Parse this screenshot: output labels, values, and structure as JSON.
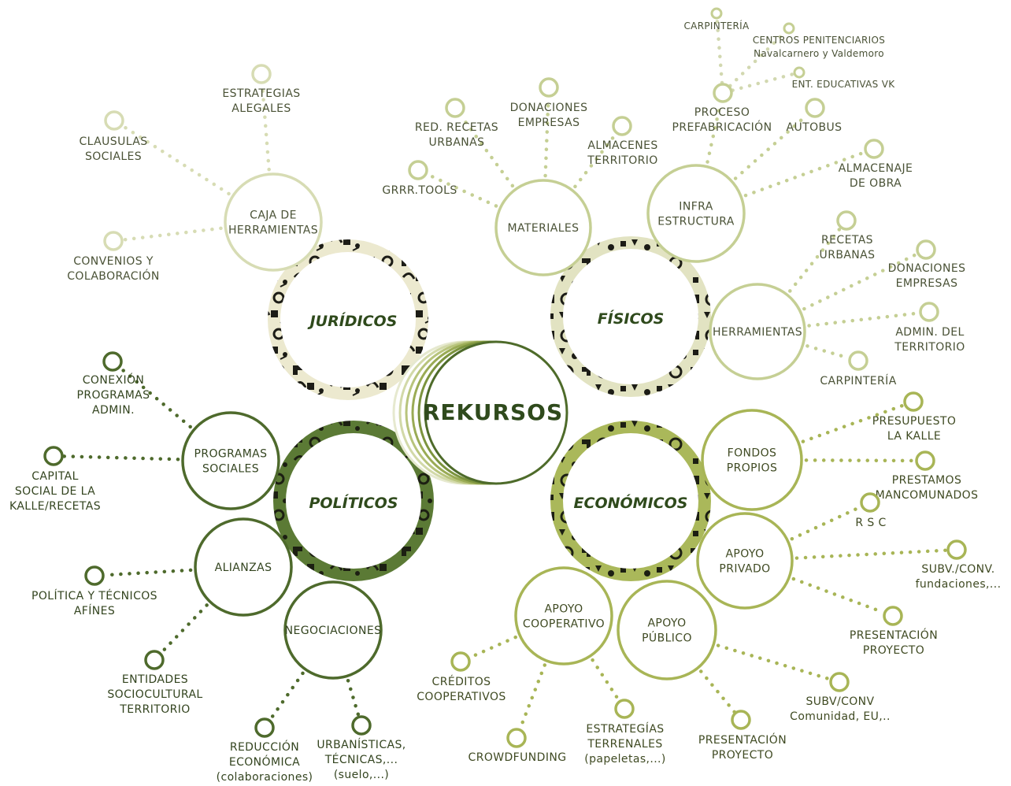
{
  "colors": {
    "center": "#4e6b2a",
    "juridico": "#d7dcb4",
    "fisico": "#c5cf94",
    "politico": "#4e6a2c",
    "economico": "#a8b556",
    "dark_text": "#2f4a1c",
    "text": "#3b4a2a"
  },
  "center": {
    "title": "REKURSOS"
  },
  "hubs": [
    {
      "id": "juridicos",
      "title": "JURÍDICOS"
    },
    {
      "id": "fisicos",
      "title": "FÍSICOS"
    },
    {
      "id": "politicos",
      "title": "POLÍTICOS"
    },
    {
      "id": "economicos",
      "title": "ECONÓMICOS"
    }
  ],
  "categories": {
    "caja": [
      "CAJA DE",
      "HERRAMIENTAS"
    ],
    "materiales": [
      "MATERIALES"
    ],
    "infra": [
      "INFRA",
      "ESTRUCTURA"
    ],
    "herramientas": [
      "HERRAMIENTAS"
    ],
    "fondos": [
      "FONDOS",
      "PROPIOS"
    ],
    "apoyo_privado": [
      "APOYO",
      "PRIVADO"
    ],
    "apoyo_publico": [
      "APOYO",
      "PÚBLICO"
    ],
    "apoyo_coop": [
      "APOYO",
      "COOPERATIVO"
    ],
    "negociaciones": [
      "NEGOCIACIONES"
    ],
    "alianzas": [
      "ALIANZAS"
    ],
    "programas": [
      "PROGRAMAS",
      "SOCIALES"
    ]
  },
  "leaves": {
    "estrategias_alegales": [
      "ESTRATEGIAS",
      "ALEGALES"
    ],
    "clausulas": [
      "CLAUSULAS",
      "SOCIALES"
    ],
    "convenios": [
      "CONVENIOS Y",
      "COLABORACIÓN"
    ],
    "grrr": [
      "GRRR.TOOLS"
    ],
    "red_recetas": [
      "RED. RECETAS",
      "URBANAS"
    ],
    "donaciones_mat": [
      "DONACIONES",
      "EMPRESAS"
    ],
    "almacenes": [
      "ALMACENES",
      "TERRITORIO"
    ],
    "proceso": [
      "PROCESO",
      "PREFABRICACIÓN"
    ],
    "carpinteria_top": [
      "CARPINTERÍA"
    ],
    "centros": [
      "CENTROS PENITENCIARIOS",
      "Navalcarnero y Valdemoro"
    ],
    "ent_educativas": [
      "ENT. EDUCATIVAS VK"
    ],
    "autobus": [
      "AUTOBUS"
    ],
    "almacenaje": [
      "ALMACENAJE",
      "DE OBRA"
    ],
    "recetas_urbanas": [
      "RECETAS",
      "URBANAS"
    ],
    "donaciones_herr": [
      "DONACIONES",
      "EMPRESAS"
    ],
    "admin_territorio": [
      "ADMIN. DEL",
      "TERRITORIO"
    ],
    "carpinteria": [
      "CARPINTERÍA"
    ],
    "presupuesto": [
      "PRESUPUESTO",
      "LA KALLE"
    ],
    "prestamos": [
      "PRESTAMOS",
      "MANCOMUNADOS"
    ],
    "rsc": [
      "R S C"
    ],
    "subv_fund": [
      "SUBV./CONV.",
      "fundaciones,..."
    ],
    "presentacion_priv": [
      "PRESENTACIÓN",
      "PROYECTO"
    ],
    "subv_conv": [
      "SUBV/CONV",
      "Comunidad, EU,.."
    ],
    "presentacion_pub": [
      "PRESENTACIÓN",
      "PROYECTO"
    ],
    "estrategias_terr": [
      "ESTRATEGÍAS",
      "TERRENALES",
      "(papeletas,...)"
    ],
    "creditos": [
      "CRÉDITOS",
      "COOPERATIVOS"
    ],
    "crowdfunding": [
      "CROWDFUNDING"
    ],
    "urbanisticas": [
      "URBANÍSTICAS,",
      "TÉCNICAS,...",
      "(suelo,...)"
    ],
    "reduccion": [
      "REDUCCIÓN",
      "ECONÓMICA",
      "(colaboraciones)"
    ],
    "entidades": [
      "ENTIDADES",
      "SOCIOCULTURAL",
      "TERRITORIO"
    ],
    "politica": [
      "POLÍTICA Y TÉCNICOS",
      "AFÍNES"
    ],
    "capital": [
      "CAPITAL",
      "SOCIAL DE LA",
      "KALLE/RECETAS"
    ],
    "conexion": [
      "CONEXIÓN",
      "PROGRAMAS",
      "ADMIN."
    ]
  }
}
